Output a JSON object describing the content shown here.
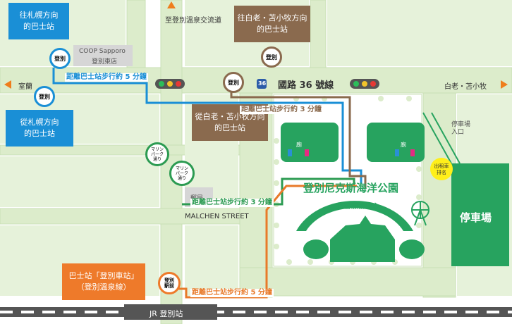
{
  "colors": {
    "road": "#dceccb",
    "road_edge": "#cfe3bb",
    "walk_blue": "#1a8fd6",
    "walk_brown": "#8a6a4e",
    "walk_green": "#2c9b52",
    "walk_orange": "#e87a2a",
    "park_green": "#27a35f",
    "callout_blue": "#1a8fd6",
    "callout_brown": "#8a6a4e",
    "callout_orange": "#ee7a2a"
  },
  "callouts": {
    "to_sapporo": {
      "line1": "往札幌方向",
      "line2": "的巴士站"
    },
    "from_sapporo": {
      "line1": "從札幌方向",
      "line2": "的巴士站"
    },
    "to_shiraoi": {
      "line1": "往白老・苫小牧方向",
      "line2": "的巴士站"
    },
    "from_shiraoi": {
      "line1": "從白老・苫小牧方向",
      "line2": "的巴士站"
    },
    "noboribetsu_station_bus": {
      "line1": "巴士站「登別車站」",
      "line2": "（登別溫泉線）"
    }
  },
  "bus_stops": {
    "noboribetsu": "登別",
    "station_front_line1": "登別",
    "station_front_line2": "駅前",
    "marine_park_line1": "マリン",
    "marine_park_line2": "パーク",
    "marine_park_line3": "通り"
  },
  "roads": {
    "route36": "國路 36 號線",
    "route36_shield": "36",
    "to_onsen": "至登別溫泉交流道",
    "to_muroran": "室蘭",
    "to_shiraoi": "白老・苫小牧",
    "malchen_street": "MALCHEN STREET"
  },
  "landmarks": {
    "coop_line1": "COOP Sapporo",
    "coop_line2": "登別東店",
    "post_office": "郵局",
    "taxi_line1": "出租車",
    "taxi_line2": "排名",
    "parking_entrance_line1": "停車場",
    "parking_entrance_line2": "入口",
    "parking": "停車場",
    "park_name": "登別尼克斯海洋公園",
    "visitor_center": "旅客服務中心",
    "restroom": "廁",
    "jr_station": "JR 登別站"
  },
  "walk_labels": {
    "blue": "距離巴士站步行約 5 分鐘",
    "brown": "距離巴士站步行約 3 分鐘",
    "green": "距離巴士站步行約 3 分鐘",
    "orange": "距離巴士站步行約 5 分鐘"
  },
  "icons": {
    "arrow_left": "arrow-left-icon",
    "arrow_right": "arrow-right-icon",
    "traffic_light": "traffic-light-icon",
    "ferris_wheel": "ferris-wheel-icon",
    "restroom": "restroom-icon",
    "route_shield": "route-shield-icon"
  }
}
